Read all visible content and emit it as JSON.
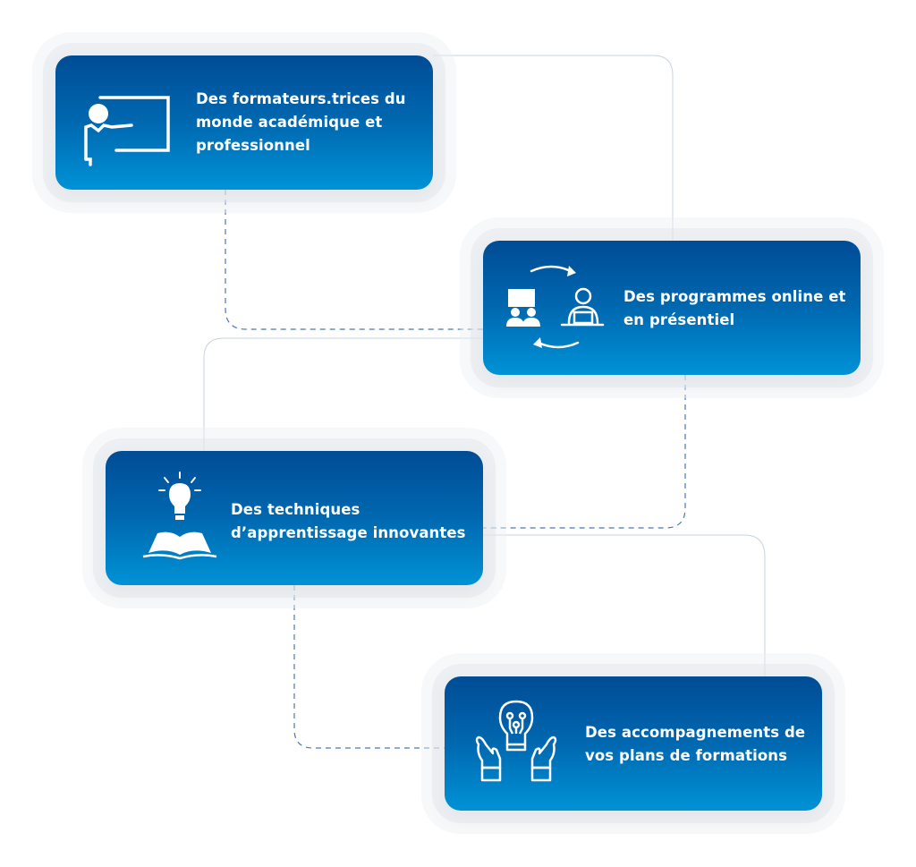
{
  "steps": [
    {
      "label": "Des formateurs.trices du monde académique et professionnel",
      "lines": [
        "Des formateurs.trices du",
        "monde académique et",
        "professionnel"
      ],
      "icon": "teacher-board-icon"
    },
    {
      "label": "Des programmes online et en présentiel",
      "lines": [
        "Des programmes online et",
        "en présentiel"
      ],
      "icon": "online-offline-cycle-icon"
    },
    {
      "label": "Des techniques d’apprentissage innovantes",
      "lines": [
        "Des techniques",
        "d’apprentissage innovantes"
      ],
      "icon": "lightbulb-book-icon"
    },
    {
      "label": "Des accompagnements de vos plans de formations",
      "lines": [
        "Des accompagnements de",
        "vos plans de formations"
      ],
      "icon": "hands-lightbulb-icon"
    }
  ],
  "colors": {
    "gradient_top": "#004c95",
    "gradient_bottom": "#0092d6",
    "connector": "#4a78b0"
  }
}
